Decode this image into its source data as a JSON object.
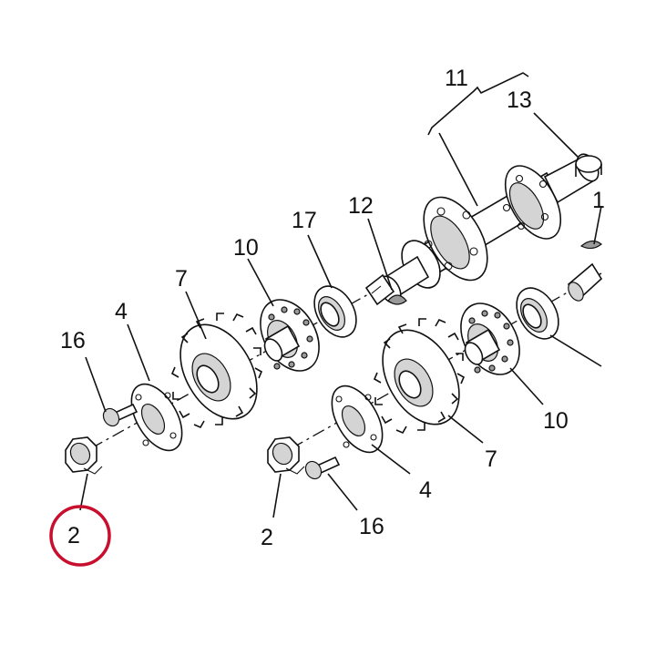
{
  "labels": {
    "l11": "11",
    "l13": "13",
    "l12": "12",
    "l17": "17",
    "l10a": "10",
    "l7a": "7",
    "l4a": "4",
    "l16a": "16",
    "l2a": "2",
    "l10b": "10",
    "l7b": "7",
    "l4b": "4",
    "l16b": "16",
    "l2b": "2",
    "l1x": "1"
  },
  "highlight_color": "#c8102e",
  "line_color": "#111111"
}
